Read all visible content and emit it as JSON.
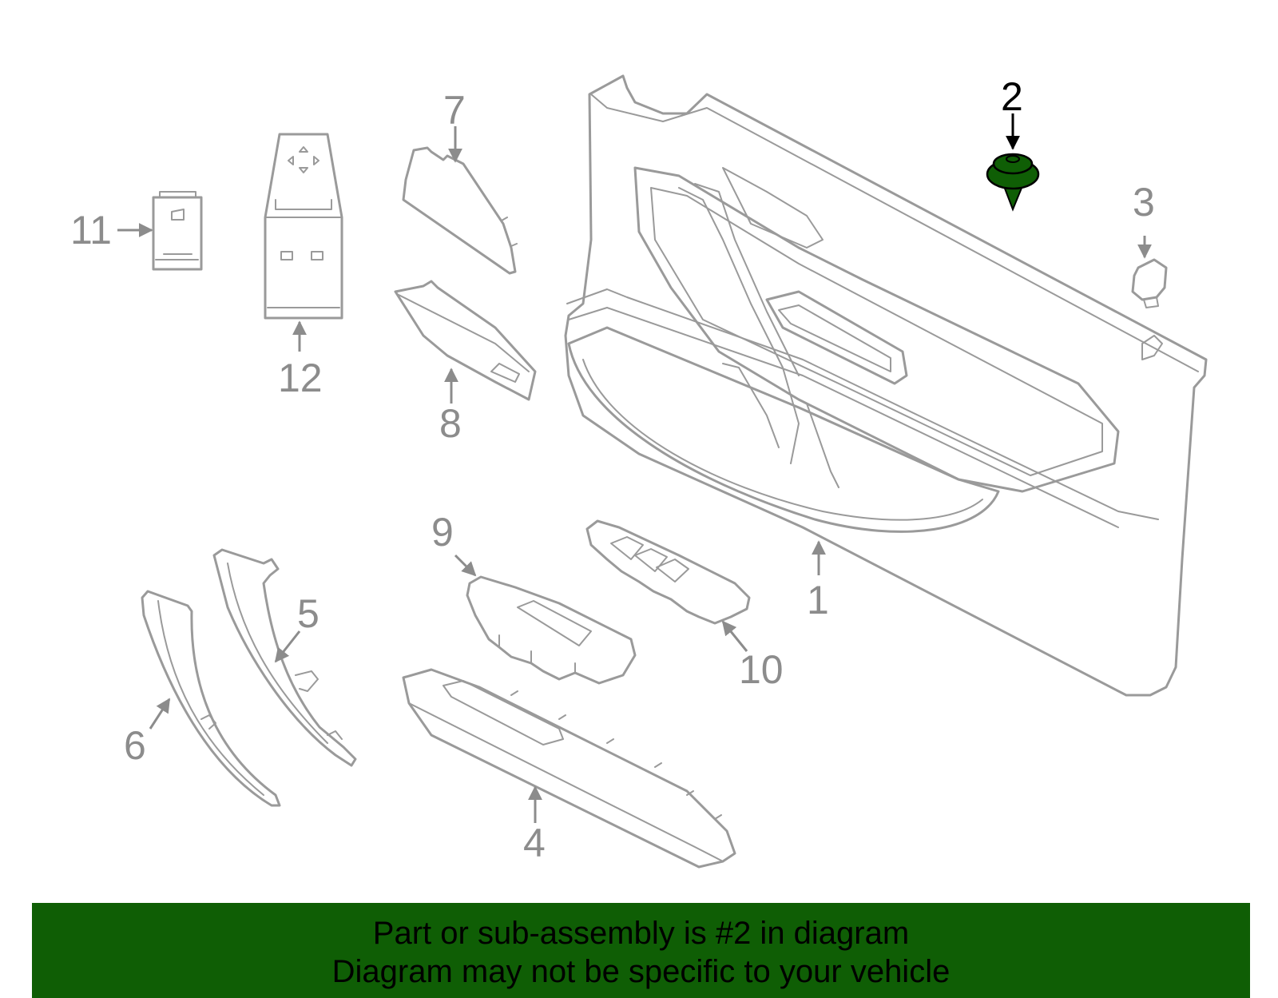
{
  "callouts": {
    "c1": "1",
    "c2": "2",
    "c3": "3",
    "c4": "4",
    "c5": "5",
    "c6": "6",
    "c7": "7",
    "c8": "8",
    "c9": "9",
    "c10": "10",
    "c11": "11",
    "c12": "12"
  },
  "highlighted_part": "2",
  "colors": {
    "highlight_fill": "#0f5e05",
    "banner_bg": "#0f5e05",
    "line_art": "#9a9a9a"
  },
  "banner": {
    "line1": "Part or sub-assembly is #2 in diagram",
    "line2": "Diagram may not be specific to your vehicle"
  }
}
